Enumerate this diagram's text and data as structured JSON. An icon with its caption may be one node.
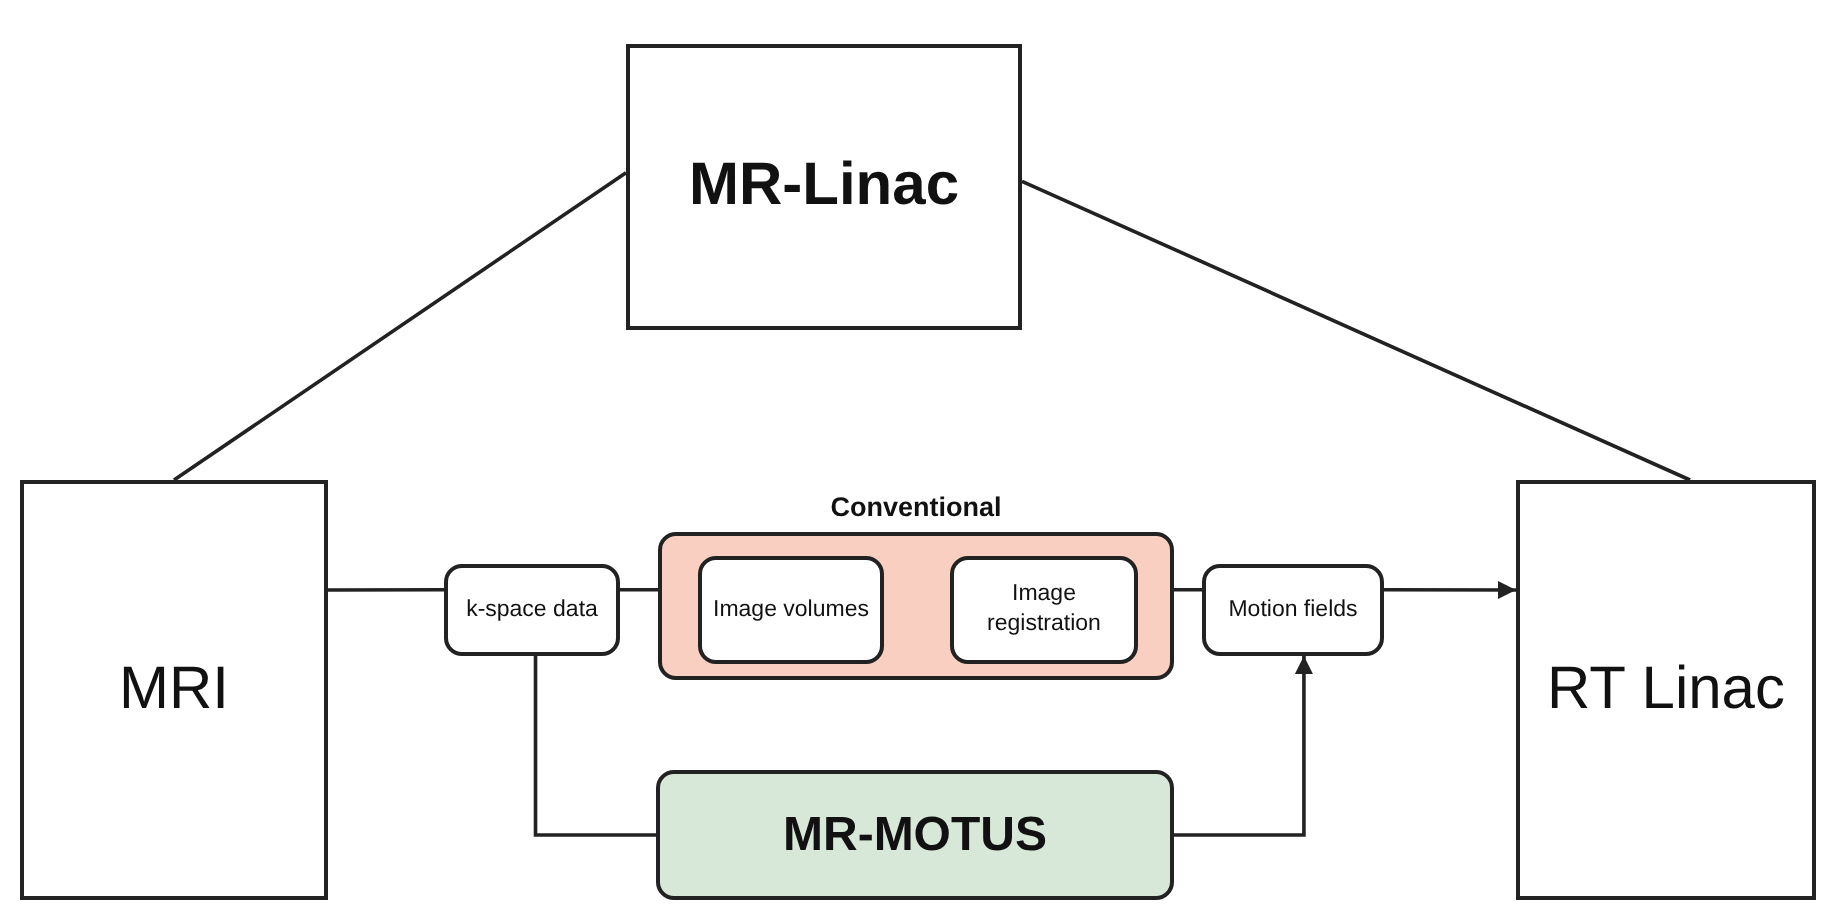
{
  "diagram": {
    "nodes": [
      {
        "text": [
          "MR-Linac"
        ]
      },
      {
        "text": [
          "MRI"
        ]
      },
      {
        "text": [
          "RT Linac"
        ]
      },
      {
        "text": [
          "k-space data"
        ]
      },
      {
        "text": [
          "Conventional"
        ]
      },
      {
        "text": [
          "Image volumes"
        ],
        "in": 4
      },
      {
        "text": [
          "Image registration"
        ],
        "in": 4
      },
      {
        "text": [
          "Motion fields"
        ]
      },
      {
        "text": [
          "MR-MOTUS"
        ]
      }
    ],
    "edges": [
      {
        "from": 0,
        "to": 1,
        "arrow": "none"
      },
      {
        "from": 0,
        "to": 2,
        "arrow": "none"
      },
      {
        "from": 1,
        "to": 3,
        "arrow": "none"
      },
      {
        "from": 3,
        "to": 4,
        "arrow": "none"
      },
      {
        "from": 4,
        "to": 7,
        "arrow": "none"
      },
      {
        "from": 7,
        "to": 2,
        "arrow": "to"
      },
      {
        "from": 3,
        "to": 8,
        "arrow": "none"
      },
      {
        "from": 8,
        "to": 7,
        "arrow": "to"
      }
    ]
  }
}
